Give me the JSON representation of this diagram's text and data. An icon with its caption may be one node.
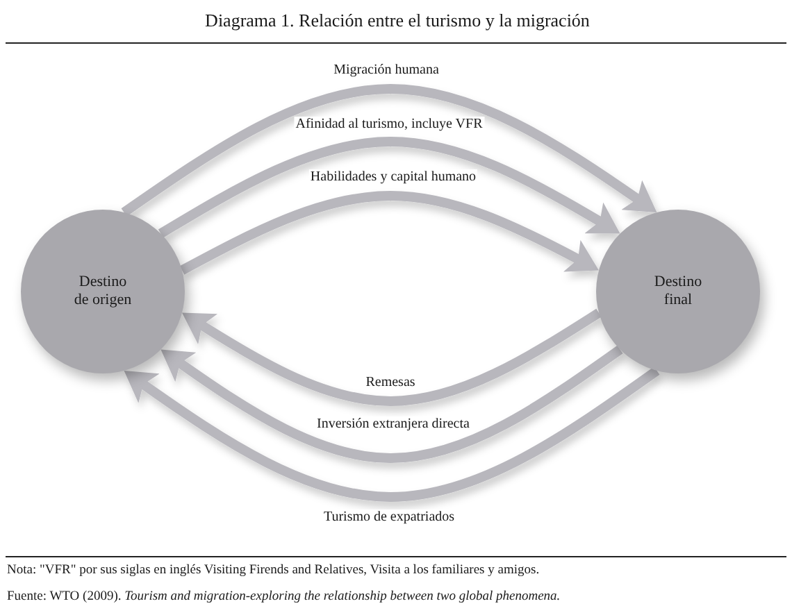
{
  "diagram": {
    "title": "Diagrama 1. Relación entre el turismo y la migración",
    "nodes": [
      {
        "text": [
          "Destino de origen"
        ]
      },
      {
        "text": [
          "Destino final"
        ]
      }
    ],
    "edges": [
      {
        "from": 0,
        "to": 1,
        "arrow": "to",
        "label": "Migración humana"
      },
      {
        "from": 0,
        "to": 1,
        "arrow": "to",
        "label": "Afinidad al turismo, incluye VFR"
      },
      {
        "from": 0,
        "to": 1,
        "arrow": "to",
        "label": "Habilidades y capital humano"
      },
      {
        "from": 1,
        "to": 0,
        "arrow": "to",
        "label": "Remesas"
      },
      {
        "from": 1,
        "to": 0,
        "arrow": "to",
        "label": "Inversión extranjera directa"
      },
      {
        "from": 1,
        "to": 0,
        "arrow": "to",
        "label": "Turismo de expatriados"
      }
    ],
    "labels": [
      "Nota: \"VFR\" por sus siglas en inglés Visiting Firends and Relatives, Visita a los familiares y amigos.",
      "Fuente: WTO (2009). *Tourism and migration-exploring the relationship between two global phenomena.*"
    ]
  }
}
